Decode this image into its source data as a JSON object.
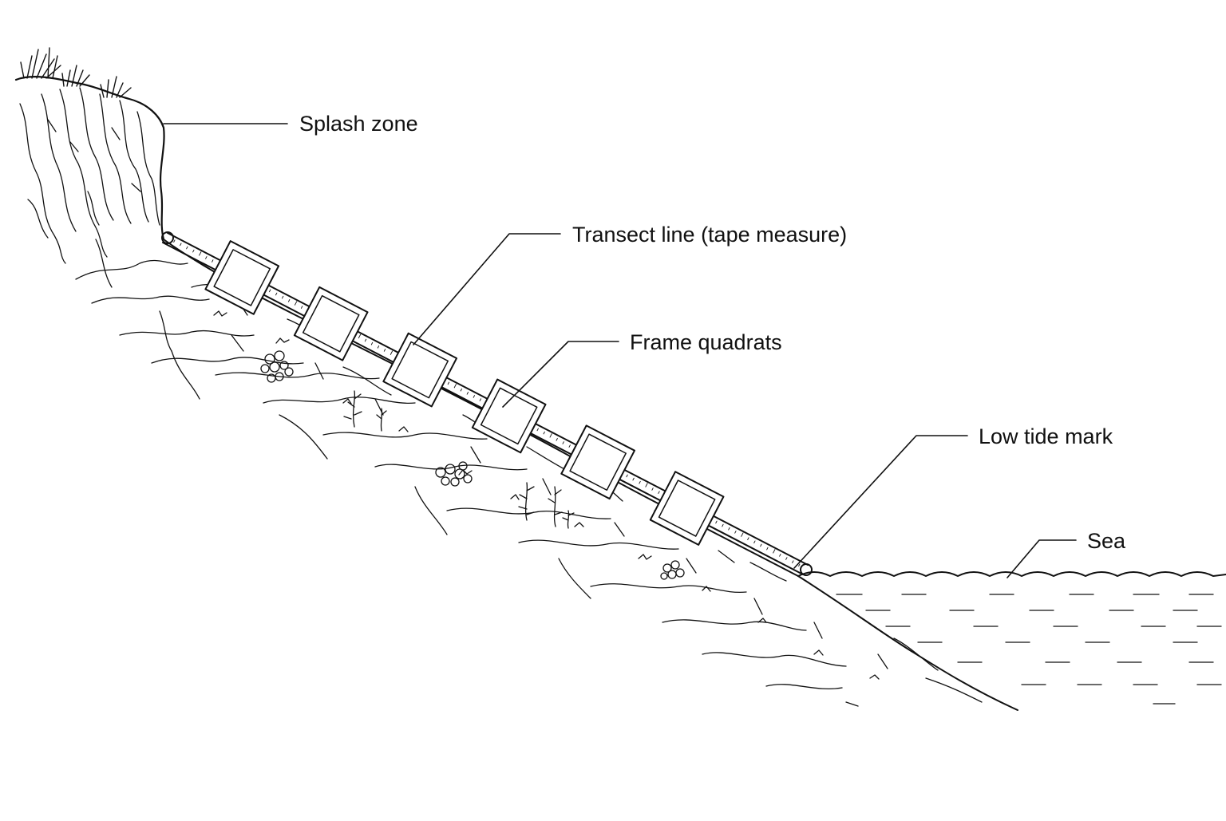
{
  "labels": {
    "splash_zone": "Splash zone",
    "transect_line": "Transect line (tape measure)",
    "frame_quadrats": "Frame quadrats",
    "low_tide_mark": "Low tide mark",
    "sea": "Sea"
  },
  "quadrat_count": 6,
  "colors": {
    "ink": "#111111",
    "background": "#ffffff"
  }
}
